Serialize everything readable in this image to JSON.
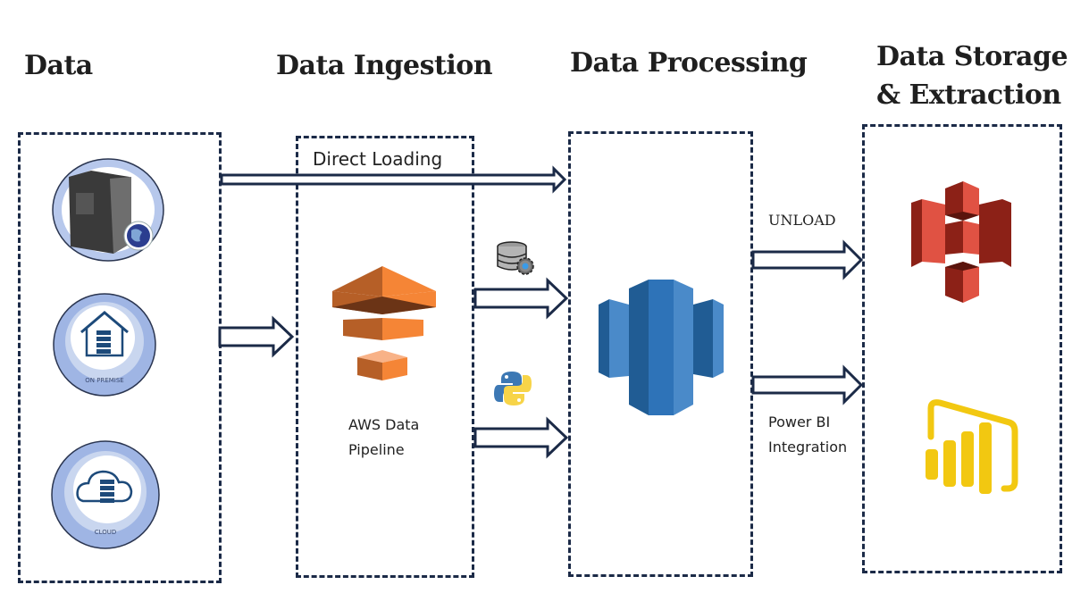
{
  "headings": {
    "data": "Data",
    "ingestion": "Data Ingestion",
    "processing": "Data Processing",
    "storage_line1": "Data Storage",
    "storage_line2": "& Extraction"
  },
  "sources": [
    {
      "name": "Web Server",
      "icon": "server-globe-icon",
      "caption": ""
    },
    {
      "name": "On Premise",
      "icon": "house-server-icon",
      "caption": "ON PREMISE"
    },
    {
      "name": "Cloud",
      "icon": "cloud-server-icon",
      "caption": "CLOUD"
    }
  ],
  "labels": {
    "direct_loading": "Direct Loading",
    "aws_pipeline_line1": "AWS Data",
    "aws_pipeline_line2": "Pipeline",
    "unload": "UNLOAD",
    "powerbi_line1": "Power BI",
    "powerbi_line2": "Integration"
  },
  "services": {
    "ingestion": "AWS Data Pipeline",
    "processing": "Amazon Redshift",
    "storage": "Amazon S3",
    "extraction": "Power BI"
  },
  "connector_icons": [
    "database-gear-icon",
    "python-icon"
  ],
  "colors": {
    "dash_border": "#1b2a47",
    "aws_orange": "#f58536",
    "redshift_blue": "#2e73b8",
    "s3_red": "#e05243",
    "powerbi_yellow": "#f2c811",
    "source_ring": "#a9bde6"
  }
}
